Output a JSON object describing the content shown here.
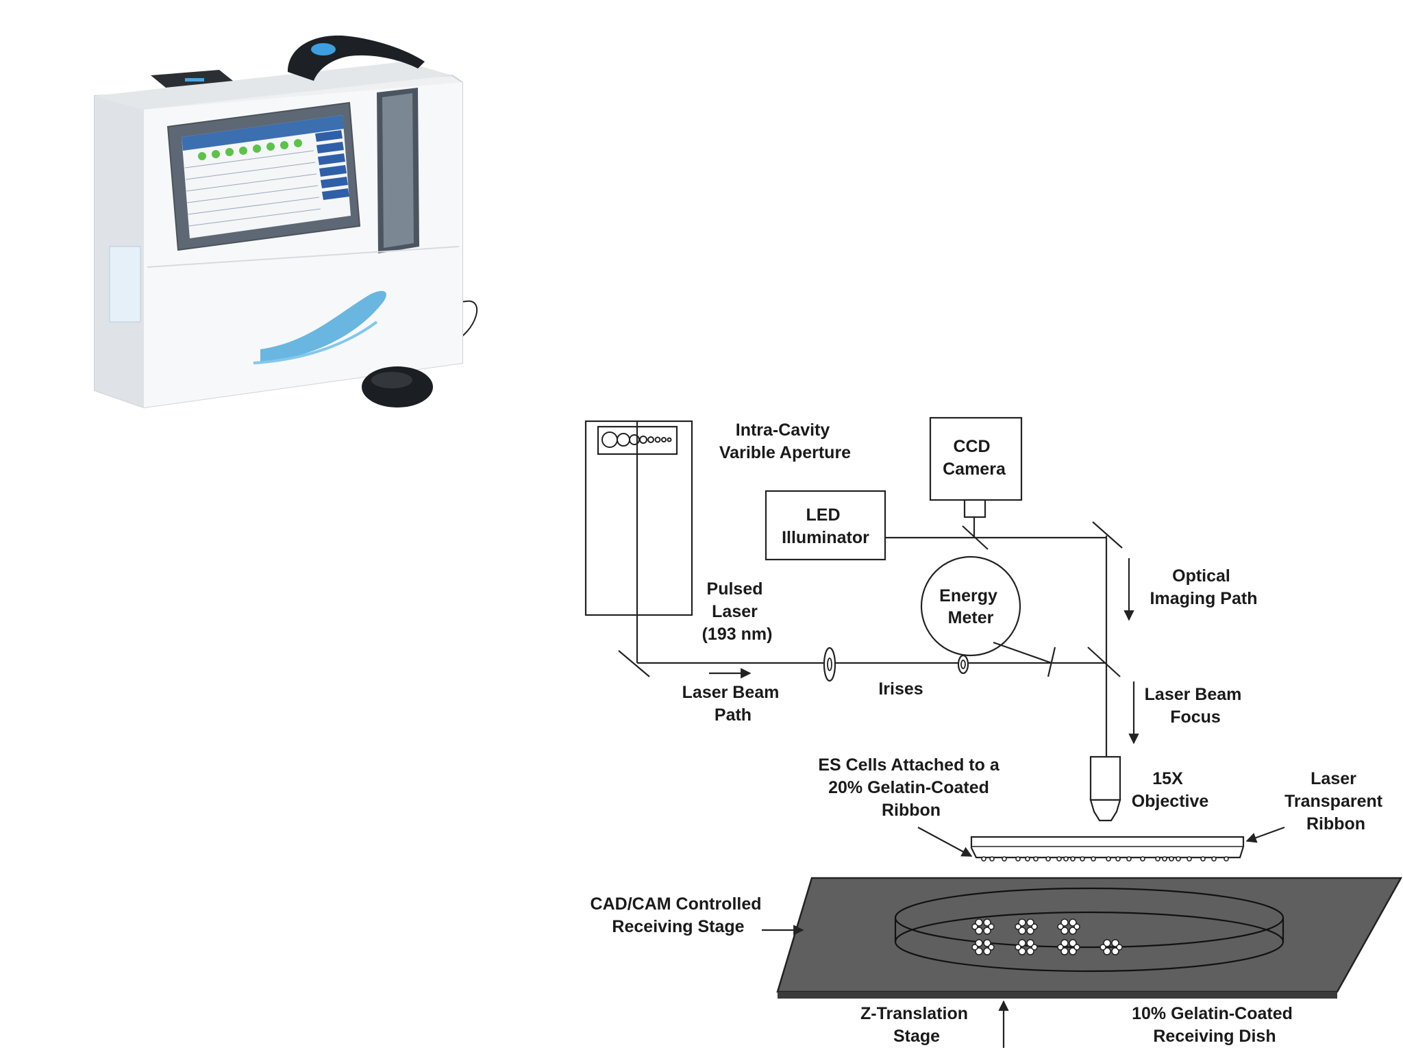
{
  "labels": {
    "aperture": [
      "Intra-Cavity",
      "Varible Aperture"
    ],
    "ccd": [
      "CCD",
      "Camera"
    ],
    "led": [
      "LED",
      "Illuminator"
    ],
    "pulsed_laser": [
      "Pulsed",
      "Laser",
      "(193 nm)"
    ],
    "energy_meter": [
      "Energy",
      "Meter"
    ],
    "optical_path": [
      "Optical",
      "Imaging Path"
    ],
    "beam_path": [
      "Laser Beam",
      "Path"
    ],
    "irises": [
      "Irises"
    ],
    "beam_focus": [
      "Laser Beam",
      "Focus"
    ],
    "es_cells": [
      "ES Cells Attached to a",
      "20% Gelatin-Coated",
      "Ribbon"
    ],
    "objective": [
      "15X",
      "Objective"
    ],
    "transparent_ribbon": [
      "Laser",
      "Transparent",
      "Ribbon"
    ],
    "stage": [
      "CAD/CAM Controlled",
      "Receiving Stage"
    ],
    "z_translation": [
      "Z-Translation",
      "Stage"
    ],
    "dish": [
      "10% Gelatin-Coated",
      "Receiving Dish"
    ]
  },
  "colors": {
    "analyzer_body": "#f3f4f6",
    "screen_frame": "#5d6874",
    "screen_header": "#3b6fb0",
    "screen_green": "#5cc24a",
    "stage_fill": "#5f5f5f",
    "line": "#222222"
  }
}
